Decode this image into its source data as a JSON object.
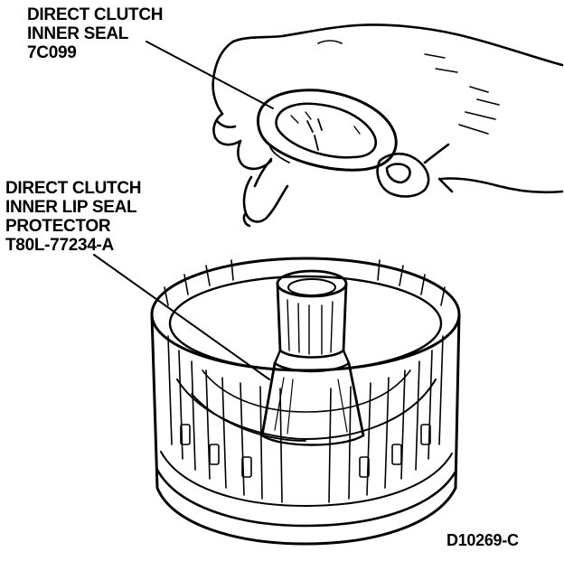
{
  "callouts": {
    "inner_seal": {
      "line1": "DIRECT CLUTCH",
      "line2": "INNER SEAL",
      "line3": "7C099"
    },
    "lip_seal_protector": {
      "line1": "DIRECT CLUTCH",
      "line2": "INNER LIP SEAL",
      "line3": "PROTECTOR",
      "line4": "T80L-77234-A"
    }
  },
  "figure_id": "D10269-C",
  "illustration": {
    "subjects": [
      "hand-holding-seal",
      "direct-clutch-cylinder",
      "seal-protector-tool"
    ],
    "line_color": "#000000",
    "background": "#ffffff"
  }
}
